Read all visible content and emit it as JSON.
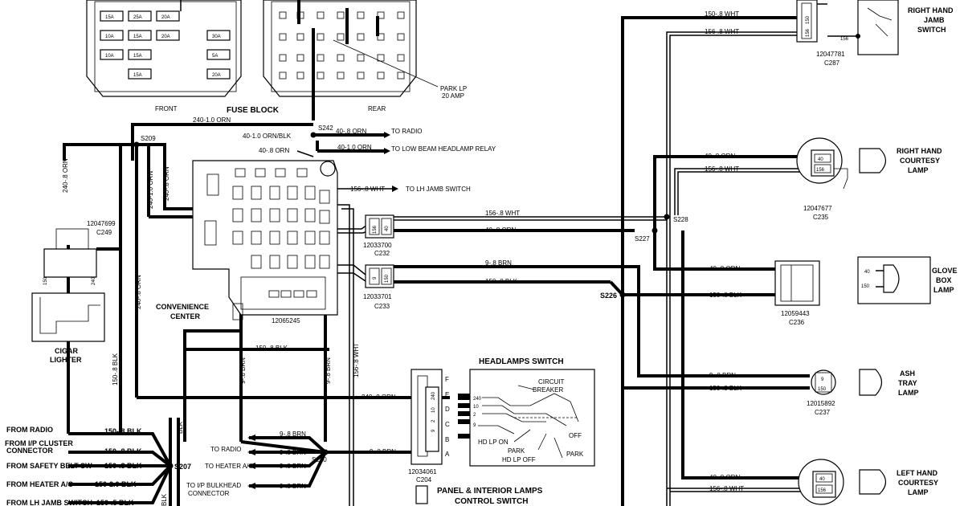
{
  "fuse_block": {
    "title": "FUSE BLOCK",
    "front_label": "FRONT",
    "rear_label": "REAR",
    "park_lp": "PARK LP",
    "park_amp": "20 AMP",
    "fuses": [
      "15A",
      "25A",
      "20A",
      "10A",
      "15A",
      "20A",
      "30A",
      "10A",
      "15A",
      "5A",
      "15A",
      "20A"
    ]
  },
  "convenience_center": {
    "title_line1": "CONVENIENCE",
    "title_line2": "CENTER",
    "part": "12065245"
  },
  "splices": {
    "s209": "S209",
    "s242": "S242",
    "s228": "S228",
    "s227": "S227",
    "s226": "S226",
    "s207": "S207",
    "s210": "S210"
  },
  "wires": {
    "w_240_10_orn": "240-1.0 ORN",
    "w_40_10_orn_blk": "40-1.0 ORN/BLK",
    "w_40_8_orn_radio": "40-.8 ORN",
    "w_to_radio": "TO RADIO",
    "w_40_10_orn": "40-1.0 ORN",
    "w_to_low_beam": "TO LOW BEAM HEADLAMP RELAY",
    "w_40_8_orn_left": "40-.8 ORN",
    "w_156_8_wht_jamb": "156-.8 WHT",
    "w_to_lh_jamb": "TO LH JAMB SWITCH",
    "w_156_8_wht_main": "156-.8 WHT",
    "w_40_8_orn_main": "40-.8 ORN",
    "w_9_8_brn_main": "9-.8 BRN",
    "w_150_8_blk_main": "150-.8 BLK",
    "w_240_8_orn_v": "240-.8 ORN",
    "w_240_10_orn_v": "240-1.0 ORN",
    "w_240_8_orn_v2": "240-.8 ORN",
    "w_240_8_orn_long": "240-.8 ORN",
    "w_150_8_blk_long": "150-.8 BLK",
    "w_150_8_blk_mid": "150-.8 BLK",
    "w_9_8_brn_v1": "9-.8 BRN",
    "w_9_8_brn_v2": "9-.8 BRN",
    "w_156_8_wht_v": "156-.8 WHT",
    "w_240_8_orn_hsw": "240-.8 ORN",
    "w_9_8_brn_hsw": "9-.8 BRN",
    "w_150_8_blk_jamb": "150-.8 WHT",
    "w_156_8_wht_jamb_r": "156-.8 WHT",
    "w_40_8_orn_rc": "40-.8 ORN",
    "w_156_8_wht_rc": "156-.8 WHT",
    "w_40_8_orn_gb": "40-.8 ORN",
    "w_150_8_blk_gb": "150-.8 BLK",
    "w_9_8_brn_at": "9-.8 BRN",
    "w_150_8_blk_at": "150-.8 BLK",
    "w_40_8_orn_lc": "40-.8 ORN",
    "w_156_8_wht_lc": "156-.8 WHT"
  },
  "left_bottom": {
    "from_radio": "FROM RADIO",
    "from_radio_wire": "150-.8 BLK",
    "from_ip": "FROM I/P CLUSTER",
    "connector": "CONNECTOR",
    "from_ip_wire": "150-.8 BLK",
    "from_safety": "FROM SAFETY BELT SW",
    "from_safety_wire": "150-.8 BLK",
    "from_heater": "FROM HEATER A/C",
    "from_heater_wire": "150-2.0 BLK",
    "from_lh": "FROM LH JAMB SWITCH",
    "from_lh_wire": "150-.5 BLK",
    "blk": "BLK"
  },
  "s210_outputs": {
    "to_radio": "TO RADIO",
    "to_heater": "TO HEATER A/C",
    "to_ip_bulkhead": "TO I/P BULKHEAD",
    "connector": "CONNECTOR",
    "w1": "9-.8 BRN",
    "w2": "9-.8 BRN",
    "w3": "9-.8 BRN",
    "w4": "9-.8 BRN"
  },
  "cigar": {
    "title_line1": "CIGAR",
    "title_line2": "LIGHTER",
    "part": "12047699",
    "conn": "C249",
    "pin150": "150",
    "pin240": "240"
  },
  "connectors": {
    "c232_part": "12033700",
    "c232": "C232",
    "c232_a": "156",
    "c232_b": "40",
    "c233_part": "12033701",
    "c233": "C233",
    "c233_a": "9",
    "c233_b": "150",
    "c204_part": "12034061",
    "c204": "C204"
  },
  "headlamp_switch": {
    "title": "HEADLAMPS SWITCH",
    "circuit": "CIRCUIT",
    "breaker": "BREAKER",
    "hd_lp_on": "HD LP ON",
    "park": "PARK",
    "park2": "PARK",
    "hd_lp_off": "HD LP OFF",
    "off": "OFF",
    "pins": [
      "240",
      "10",
      "2",
      "9"
    ],
    "letters": [
      "F",
      "E",
      "D",
      "C",
      "B",
      "A"
    ],
    "conn_nums": [
      "240",
      "10",
      "2",
      "9"
    ]
  },
  "panel_switch": {
    "line1": "PANEL & INTERIOR LAMPS",
    "line2": "CONTROL SWITCH"
  },
  "right_jamb": {
    "title_line1": "RIGHT HAND",
    "title_line2": "JAMB",
    "title_line3": "SWITCH",
    "part": "12047781",
    "conn": "C287",
    "pin": "156",
    "pin_a": "150",
    "pin_b": "156"
  },
  "rh_courtesy": {
    "title_line1": "RIGHT HAND",
    "title_line2": "COURTESY",
    "title_line3": "LAMP",
    "part": "12047677",
    "conn": "C235",
    "pin_a": "40",
    "pin_b": "156"
  },
  "glove_box": {
    "title_line1": "GLOVE",
    "title_line2": "BOX",
    "title_line3": "LAMP",
    "part": "12059443",
    "conn": "C236",
    "pin_a": "40",
    "pin_b": "150"
  },
  "ash_tray": {
    "title_line1": "ASH",
    "title_line2": "TRAY",
    "title_line3": "LAMP",
    "part": "12015892",
    "conn": "C237",
    "pin_a": "9",
    "pin_b": "150"
  },
  "lh_courtesy": {
    "title_line1": "LEFT HAND",
    "title_line2": "COURTESY",
    "title_line3": "LAMP",
    "pin_a": "40",
    "pin_b": "156"
  }
}
